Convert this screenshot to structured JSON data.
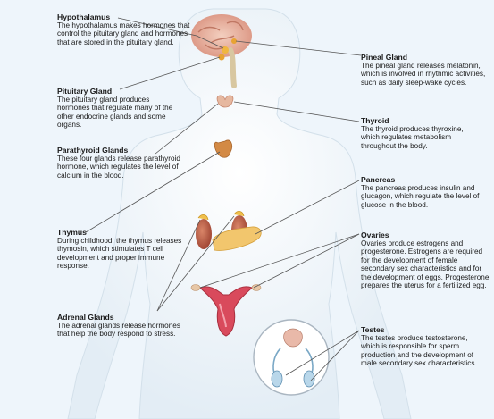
{
  "labels": {
    "hypothalamus": {
      "title": "Hypothalamus",
      "desc": "The hypothalamus makes hormones that control the pituitary gland and hormones that are stored in the pituitary gland."
    },
    "pituitary": {
      "title": "Pituitary Gland",
      "desc": "The pituitary gland produces hormones that regulate many of the other endocrine glands and some organs."
    },
    "parathyroid": {
      "title": "Parathyroid Glands",
      "desc": "These four glands release parathyroid hormone, which regulates the level of calcium in the blood."
    },
    "thymus": {
      "title": "Thymus",
      "desc": "During childhood, the thymus releases thymosin, which stimulates T cell development and proper immune response."
    },
    "adrenal": {
      "title": "Adrenal Glands",
      "desc": "The adrenal glands release hormones that help the body respond to stress."
    },
    "pineal": {
      "title": "Pineal Gland",
      "desc": "The pineal gland releases melatonin, which is involved in rhythmic activities, such as daily sleep-wake cycles."
    },
    "thyroid": {
      "title": "Thyroid",
      "desc": "The thyroid produces thyroxine, which regulates metabolism throughout the body."
    },
    "pancreas": {
      "title": "Pancreas",
      "desc": "The pancreas produces insulin and glucagon, which regulate the level of glucose in the blood."
    },
    "ovaries": {
      "title": "Ovaries",
      "desc": "Ovaries produce estrogens and progesterone. Estrogens are required for the development of female secondary sex characteristics and for the development of eggs. Progesterone prepares the uterus for a fertilized egg."
    },
    "testes": {
      "title": "Testes",
      "desc": "The testes produce testosterone, which is responsible for sperm production and the development of male secondary sex characteristics."
    }
  },
  "colors": {
    "background": "#eef5fb",
    "body": "#ffffff",
    "leader": "#555555",
    "brain": "#e9b7a3",
    "gland": "#e0a35a",
    "uterus": "#d94a5c",
    "kidney": "#b65a46",
    "pancreas": "#f2c66d"
  }
}
